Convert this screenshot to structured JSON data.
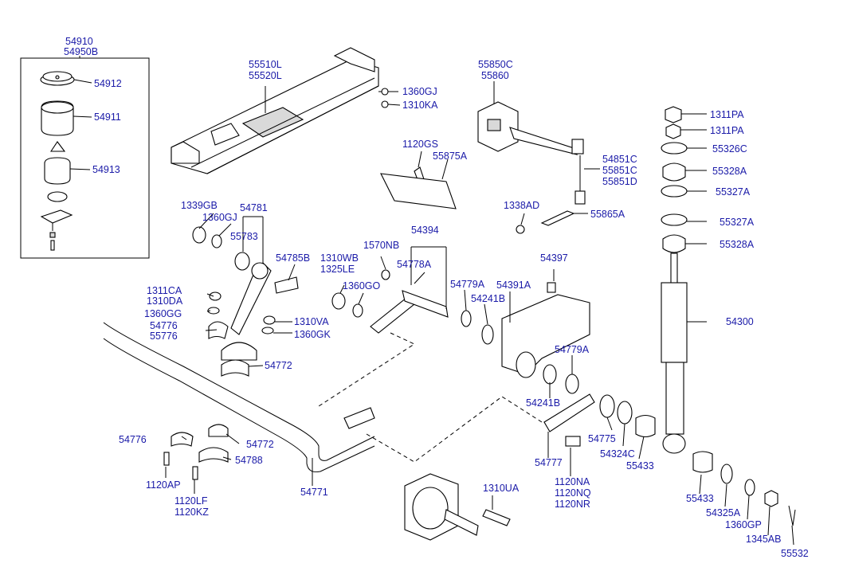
{
  "diagram": {
    "labels": {
      "p54910": "54910",
      "p54950B": "54950B",
      "p54912": "54912",
      "p54911": "54911",
      "p54913": "54913",
      "p55510L": "55510L",
      "p55520L": "55520L",
      "p1360GJ_a": "1360GJ",
      "p1310KA": "1310KA",
      "p55850C": "55850C",
      "p55860": "55860",
      "p1120GS": "1120GS",
      "p55875A": "55875A",
      "p54851C": "54851C",
      "p55851C": "55851C",
      "p55851D": "55851D",
      "p1338AD": "1338AD",
      "p55865A": "55865A",
      "p1311PA_a": "1311PA",
      "p1311PA_b": "1311PA",
      "p55326C": "55326C",
      "p55328A_a": "55328A",
      "p55327A_a": "55327A",
      "p55327A_b": "55327A",
      "p55328A_b": "55328A",
      "p1339GB": "1339GB",
      "p1360GJ_b": "1360GJ",
      "p54781": "54781",
      "p55783": "55783",
      "p54785B": "54785B",
      "p1310WB": "1310WB",
      "p1325LE": "1325LE",
      "p1570NB": "1570NB",
      "p54394": "54394",
      "p54778A": "54778A",
      "p54397": "54397",
      "p54779A_a": "54779A",
      "p54391A": "54391A",
      "p54241B_a": "54241B",
      "p1311CA": "1311CA",
      "p1310DA": "1310DA",
      "p1360GG": "1360GG",
      "p54776_a": "54776",
      "p55776": "55776",
      "p1310VA": "1310VA",
      "p1360GK": "1360GK",
      "p1360GO": "1360GO",
      "p54772_a": "54772",
      "p54300": "54300",
      "p54779A_b": "54779A",
      "p54241B_b": "54241B",
      "p54775": "54775",
      "p54324C": "54324C",
      "p55433_a": "55433",
      "p54777": "54777",
      "p1120NA": "1120NA",
      "p1120NQ": "1120NQ",
      "p1120NR": "1120NR",
      "p54776_b": "54776",
      "p54772_b": "54772",
      "p54788": "54788",
      "p1120AP": "1120AP",
      "p1120LF": "1120LF",
      "p1120KZ": "1120KZ",
      "p54771": "54771",
      "p1310UA": "1310UA",
      "p55433_b": "55433",
      "p54325A": "54325A",
      "p1360GP": "1360GP",
      "p1345AB": "1345AB",
      "p55532": "55532"
    }
  }
}
